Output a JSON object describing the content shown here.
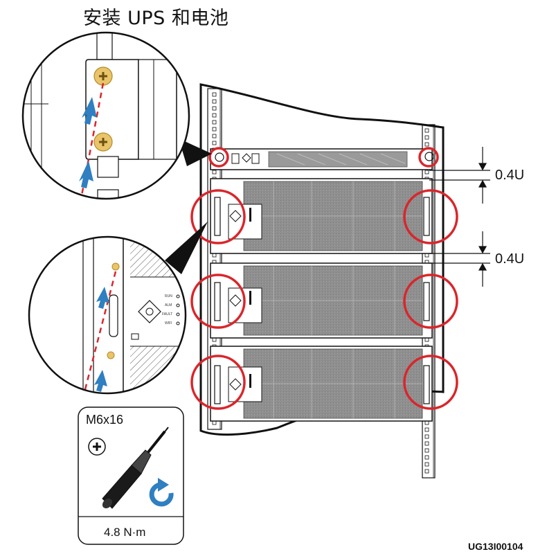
{
  "title": "安装 UPS 和电池",
  "gap_labels": [
    "0.4U",
    "0.4U"
  ],
  "tool_box": {
    "screw_spec": "M6x16",
    "torque": "4.8 N·m"
  },
  "panel_indicators": [
    "RUN",
    "ALM",
    "FAULT",
    "WIFI"
  ],
  "drawing_code": "UG13I00104",
  "colors": {
    "callout_circle": "#d9262b",
    "arrow": "#2f7fc1",
    "screw": "#e9c46a",
    "module": "#8f8f8f",
    "line": "#111111"
  },
  "icons": [
    "phillips-screw-icon",
    "screwdriver-icon",
    "clockwise-rotate-icon",
    "up-arrow-icon"
  ]
}
